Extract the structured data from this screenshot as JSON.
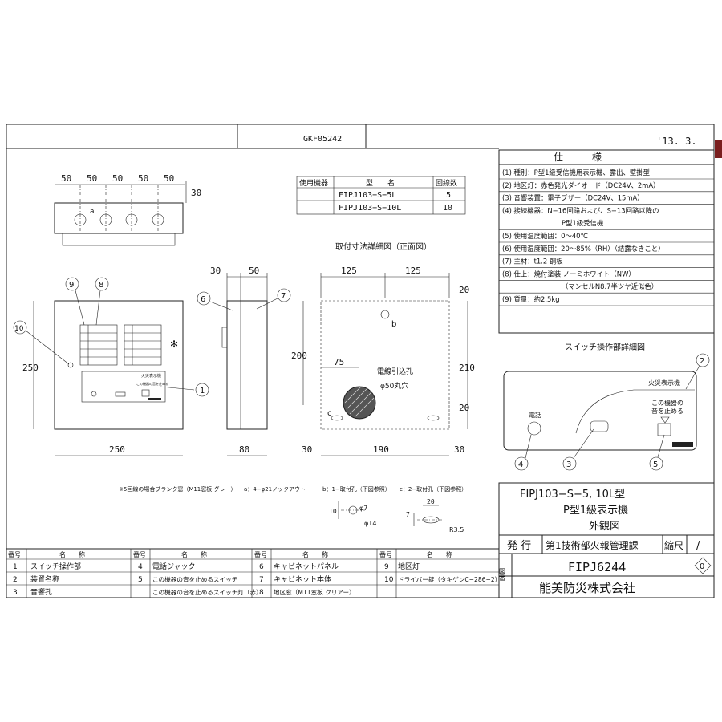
{
  "header": {
    "doc_code": "GKF05242",
    "date": "'13. 3."
  },
  "spec": {
    "title": "仕　　　様",
    "lines": [
      "(1) 種別：P型1級受信機用表示機、露出、壁掛型",
      "(2) 地区灯：赤色発光ダイオード（DC24V、2mA）",
      "(3) 音響装置：電子ブザー（DC24V、15mA）",
      "(4) 接続機器：N−16回路および、S−13回路以降の",
      "P型1級受信機",
      "(5) 使用温度範囲：0〜40℃",
      "(6) 使用湿度範囲：20〜85%（RH）（結露なきこと）",
      "(7) 主材：t1.2 鋼板",
      "(8) 仕上：焼付塗装 ノーミホワイト（NW）",
      "（マンセルN8.7半ツヤ近似色）",
      "(9) 質量：約2.5kg"
    ]
  },
  "model_table": {
    "headers": [
      "使用機器",
      "型　　名",
      "回線数"
    ],
    "rows": [
      [
        "",
        "FIPJ103−S−5L",
        "5"
      ],
      [
        "",
        "FIPJ103−S−10L",
        "10"
      ]
    ]
  },
  "views": {
    "top_dims": [
      "50",
      "50",
      "50",
      "50",
      "50"
    ],
    "top_height": "30",
    "top_hole_label": "a",
    "front_height": "250",
    "front_width": "250",
    "side_dims": [
      "30",
      "50"
    ],
    "side_width": "80",
    "callouts": [
      "9",
      "8",
      "10",
      "6",
      "7",
      "1",
      "2",
      "4",
      "3",
      "5"
    ],
    "panel_label": "火災表示機",
    "stop_label": "この機器の音を止める",
    "lamp_label": "電話"
  },
  "mount_detail": {
    "title": "取付寸法詳細図（正面図）",
    "top_dims": [
      "125",
      "125"
    ],
    "left_dim": "200",
    "right_dims": [
      "20",
      "210",
      "20"
    ],
    "bottom_dims": [
      "30",
      "190",
      "30"
    ],
    "inner_dim": "75",
    "hole_label": "電線引込孔",
    "hole_size": "φ50丸穴",
    "point_b": "b",
    "point_c": "c"
  },
  "switch_detail": {
    "title": "スイッチ操作部詳細図",
    "fire_label": "火災表示機",
    "stop_label1": "この機器の",
    "stop_label2": "音を止める",
    "tel_label": "電話"
  },
  "notes": {
    "n1": "※5回線の場合ブランク窓（M11窓板 グレー）",
    "n2": "a：4−φ21ノックアウト",
    "n3": "b：1−取付孔（下図参照）",
    "n4": "c：2−取付孔（下図参照）",
    "d_phi7": "φ7",
    "d_phi14": "φ14",
    "d_10": "10",
    "d_20": "20",
    "d_7": "7",
    "d_r": "R3.5"
  },
  "title_block": {
    "model": "FIPJ103−S−5, 10L型",
    "name": "P型1級表示機",
    "view": "外観図",
    "issue_label": "発 行",
    "dept": "第1技術部火報管理課",
    "scale_label": "縮尺",
    "scale_value": "/",
    "drawing_label": "図番",
    "drawing_no": "FIPJ6244",
    "revision": "0",
    "company": "能美防災株式会社"
  },
  "parts_table": {
    "col_headers": [
      "番号",
      "名　　称"
    ],
    "rows": [
      [
        "1",
        "スイッチ操作部",
        "4",
        "電話ジャック",
        "6",
        "キャビネットパネル",
        "9",
        "地区灯"
      ],
      [
        "2",
        "装置名称",
        "5",
        "この機器の音を止めるスイッチ",
        "7",
        "キャビネット本体",
        "10",
        "ドライバー錠（タキゲンC−286−2）"
      ],
      [
        "3",
        "音響孔",
        "",
        "この機器の音を止めるスイッチ灯（赤）",
        "8",
        "地区窓（M11窓板 クリアー）",
        "",
        ""
      ]
    ]
  }
}
